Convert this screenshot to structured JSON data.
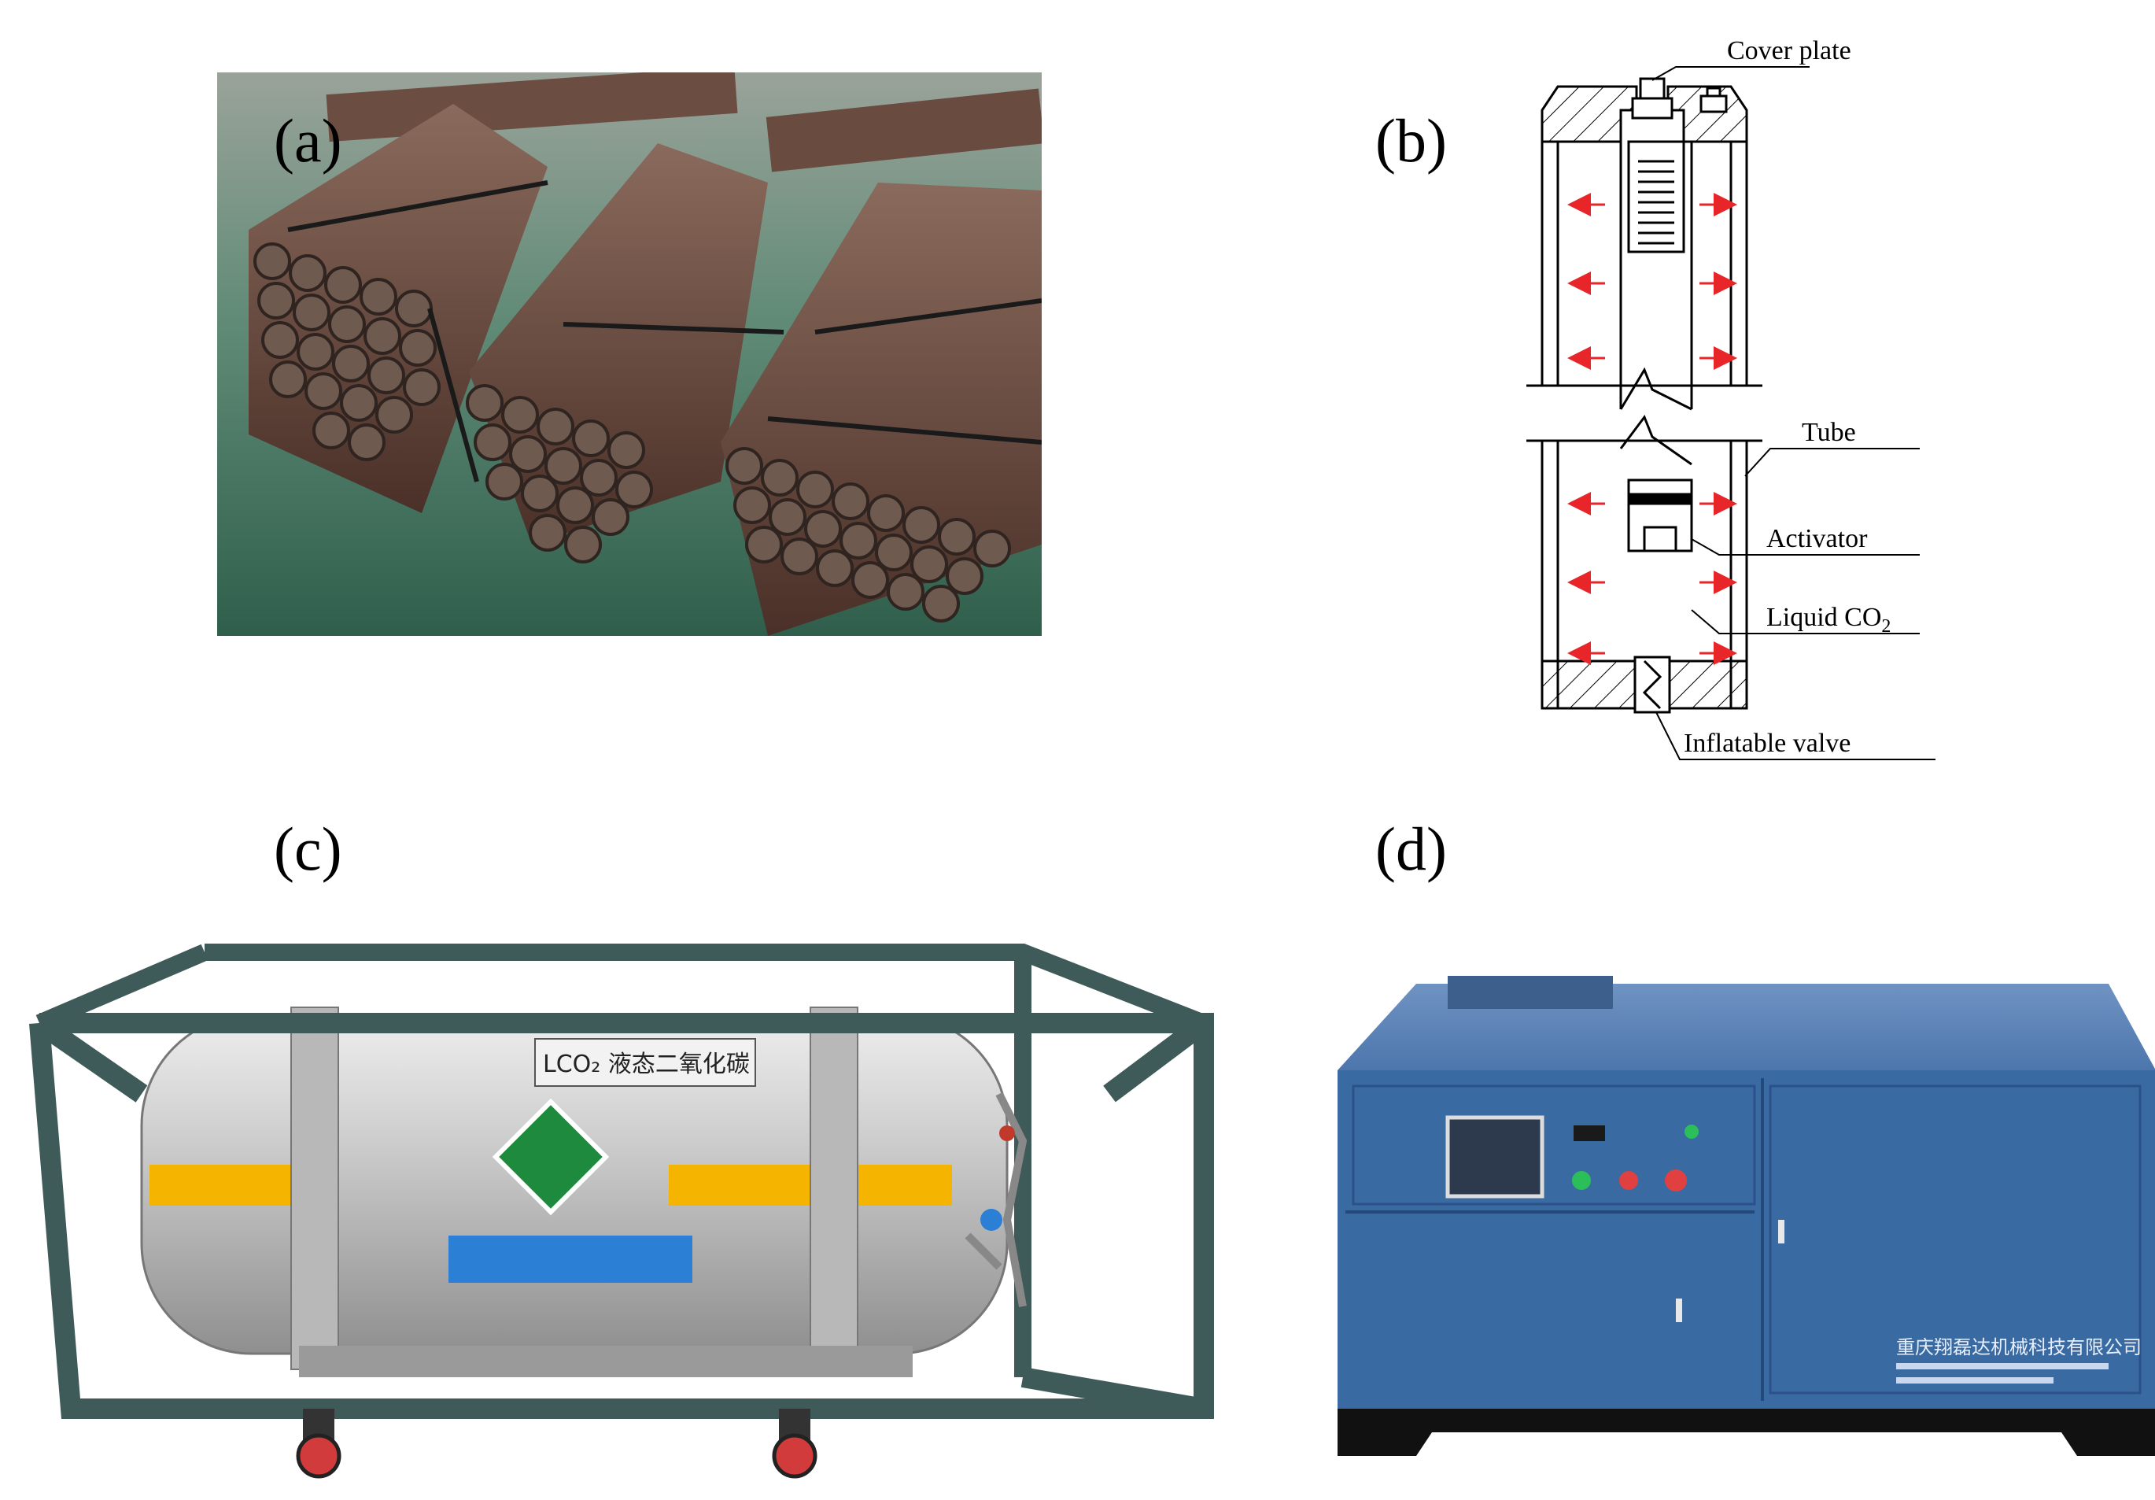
{
  "panels": {
    "a": {
      "label": "(a)"
    },
    "b": {
      "label": "(b)",
      "callouts": {
        "cover_plate": "Cover plate",
        "tube": "Tube",
        "activator": "Activator",
        "liquid_co2": "Liquid CO",
        "liquid_co2_sub": "2",
        "inflatable_valve": "Inflatable valve"
      }
    },
    "c": {
      "label": "(c)",
      "tank_text": "LCO₂ 液态二氧化碳"
    },
    "d": {
      "label": "(d)",
      "plate_text": "重庆翔磊达机械科技有限公司"
    }
  },
  "colors": {
    "arrow": "#e8262a",
    "tube_photo": "#6a4a3c",
    "frame": "#3e5a59",
    "tank": "#c8c8c8",
    "stripe": "#f4b400",
    "cabinet": "#3a6aa2",
    "floor": "#3e6e58"
  }
}
